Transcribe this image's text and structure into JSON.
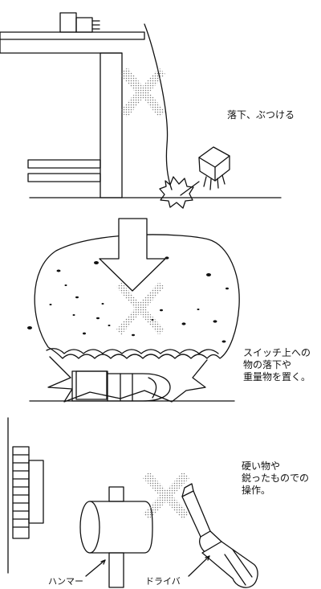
{
  "captions": {
    "drop": [
      "落下、ぶつける"
    ],
    "press": [
      "スイッチ上への",
      "物の落下や",
      "重量物を置く。"
    ],
    "tools": [
      "硬い物や",
      "鋭ったものでの",
      "操作。"
    ]
  },
  "labels": {
    "hammer": "ハンマー",
    "driver": "ドライバ"
  },
  "colors": {
    "line": "#111111",
    "prohibit_dots": "#7a7a7a"
  }
}
